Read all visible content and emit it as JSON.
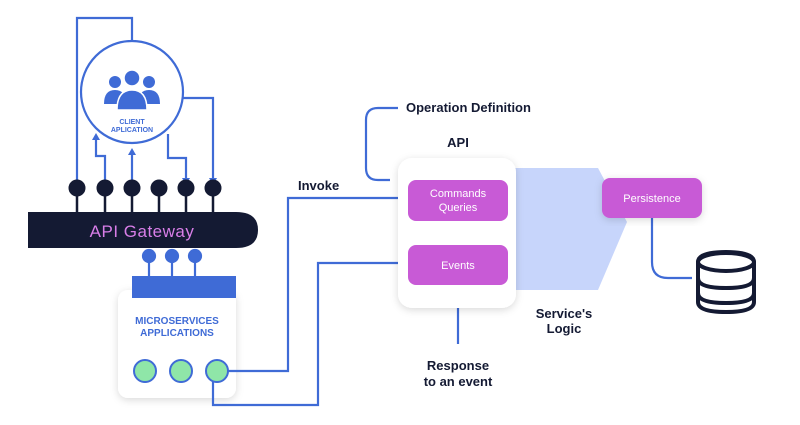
{
  "gateway": {
    "label": "API Gateway"
  },
  "client": {
    "label_line1": "CLIENT",
    "label_line2": "APLICATION"
  },
  "microservices": {
    "label_line1": "MICROSERVICES",
    "label_line2": "APPLICATIONS"
  },
  "api": {
    "title": "API",
    "operation_definition": "Operation Definition",
    "commands_queries_line1": "Commands",
    "commands_queries_line2": "Queries",
    "events": "Events"
  },
  "labels": {
    "invoke": "Invoke",
    "response_line1": "Response",
    "response_line2": "to an event",
    "service_logic_line1": "Service's",
    "service_logic_line2": "Logic",
    "persistence": "Persistence"
  },
  "colors": {
    "line_blue": "#3f6bd6",
    "dark_navy": "#141a33",
    "magenta": "#c85ad6",
    "light_blue": "#c7d5fb",
    "green": "#8fe6a8",
    "gateway_text": "#d87ee8"
  },
  "icons": [
    "users-icon",
    "database-icon"
  ]
}
